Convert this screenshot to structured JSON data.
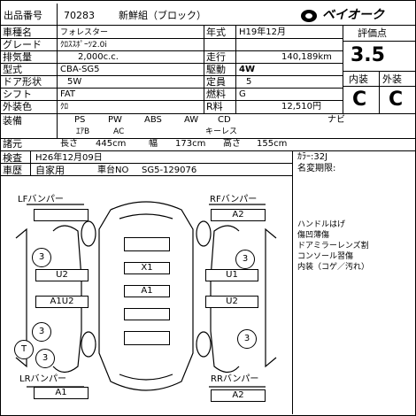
{
  "header": {
    "lot_label": "出品番号",
    "lot_number": "70283",
    "auction_name": "新鮮組（ブロック）",
    "logo_text": "ベイオーク"
  },
  "spec": {
    "model_label": "車種名",
    "model": "フォレスター",
    "grade_label": "グレード",
    "grade": "ｸﾛｽｽﾎﾟｰﾂ2.0i",
    "displacement_label": "排気量",
    "displacement": "2,000c.c.",
    "type_label": "型式",
    "type": "CBA-SG5",
    "doors_label": "ドア形状",
    "doors": "5W",
    "shift_label": "シフト",
    "shift": "FAT",
    "color_label": "外装色",
    "color": "ｸﾛ",
    "year_label": "年式",
    "year": "H19年12月",
    "mileage_label": "走行",
    "mileage": "140,189km",
    "drive_label": "駆動",
    "drive": "4W",
    "capacity_label": "定員",
    "capacity": "5",
    "fuel_label": "燃料",
    "fuel": "G",
    "price_label": "R料",
    "price": "12,510円"
  },
  "grades": {
    "eval_label": "評価点",
    "eval_score": "3.5",
    "interior_label": "内装",
    "exterior_label": "外装",
    "interior_grade": "C",
    "exterior_grade": "C"
  },
  "equipment": {
    "label": "装備",
    "items": [
      "PS",
      "PW",
      "ABS",
      "AW",
      "CD",
      "ナビ"
    ],
    "items2": [
      "ｴｱB",
      "AC",
      "キーレス"
    ],
    "dims_label": "諸元",
    "length_label": "長さ",
    "length": "445cm",
    "width_label": "幅",
    "width": "173cm",
    "height_label": "高さ",
    "height": "155cm"
  },
  "inspection": {
    "label": "検査",
    "value": "H26年12月09日",
    "history_label": "車歴",
    "history": "自家用",
    "chassis_label": "車台NO",
    "chassis": "SG5-129076",
    "color_code": "ｶﾗｰ:32J",
    "name_change": "名変期限:"
  },
  "diagram": {
    "lf_label": "LFバンパー",
    "rf_label": "RFバンパー",
    "lr_label": "LRバンパー",
    "rr_label": "RRバンパー",
    "rf_box": "A2",
    "lr_box": "A1",
    "rr_box": "A2",
    "roof_top": "X1",
    "roof_mid": "A1",
    "left_u2": "U2",
    "left_a1u2": "A1U2",
    "right_u1": "U1",
    "right_u2": "U2",
    "circle_l1": "3",
    "circle_l2": "3",
    "circle_l3": "3",
    "circle_t": "T",
    "circle_r1": "3",
    "circle_r2": "3"
  },
  "notes": {
    "lines": [
      "ハンドルはげ",
      "傷凹薄傷",
      "ドアミラーレンズ割",
      "コンソール習傷",
      "内装（コゲ／汚れ）"
    ]
  }
}
